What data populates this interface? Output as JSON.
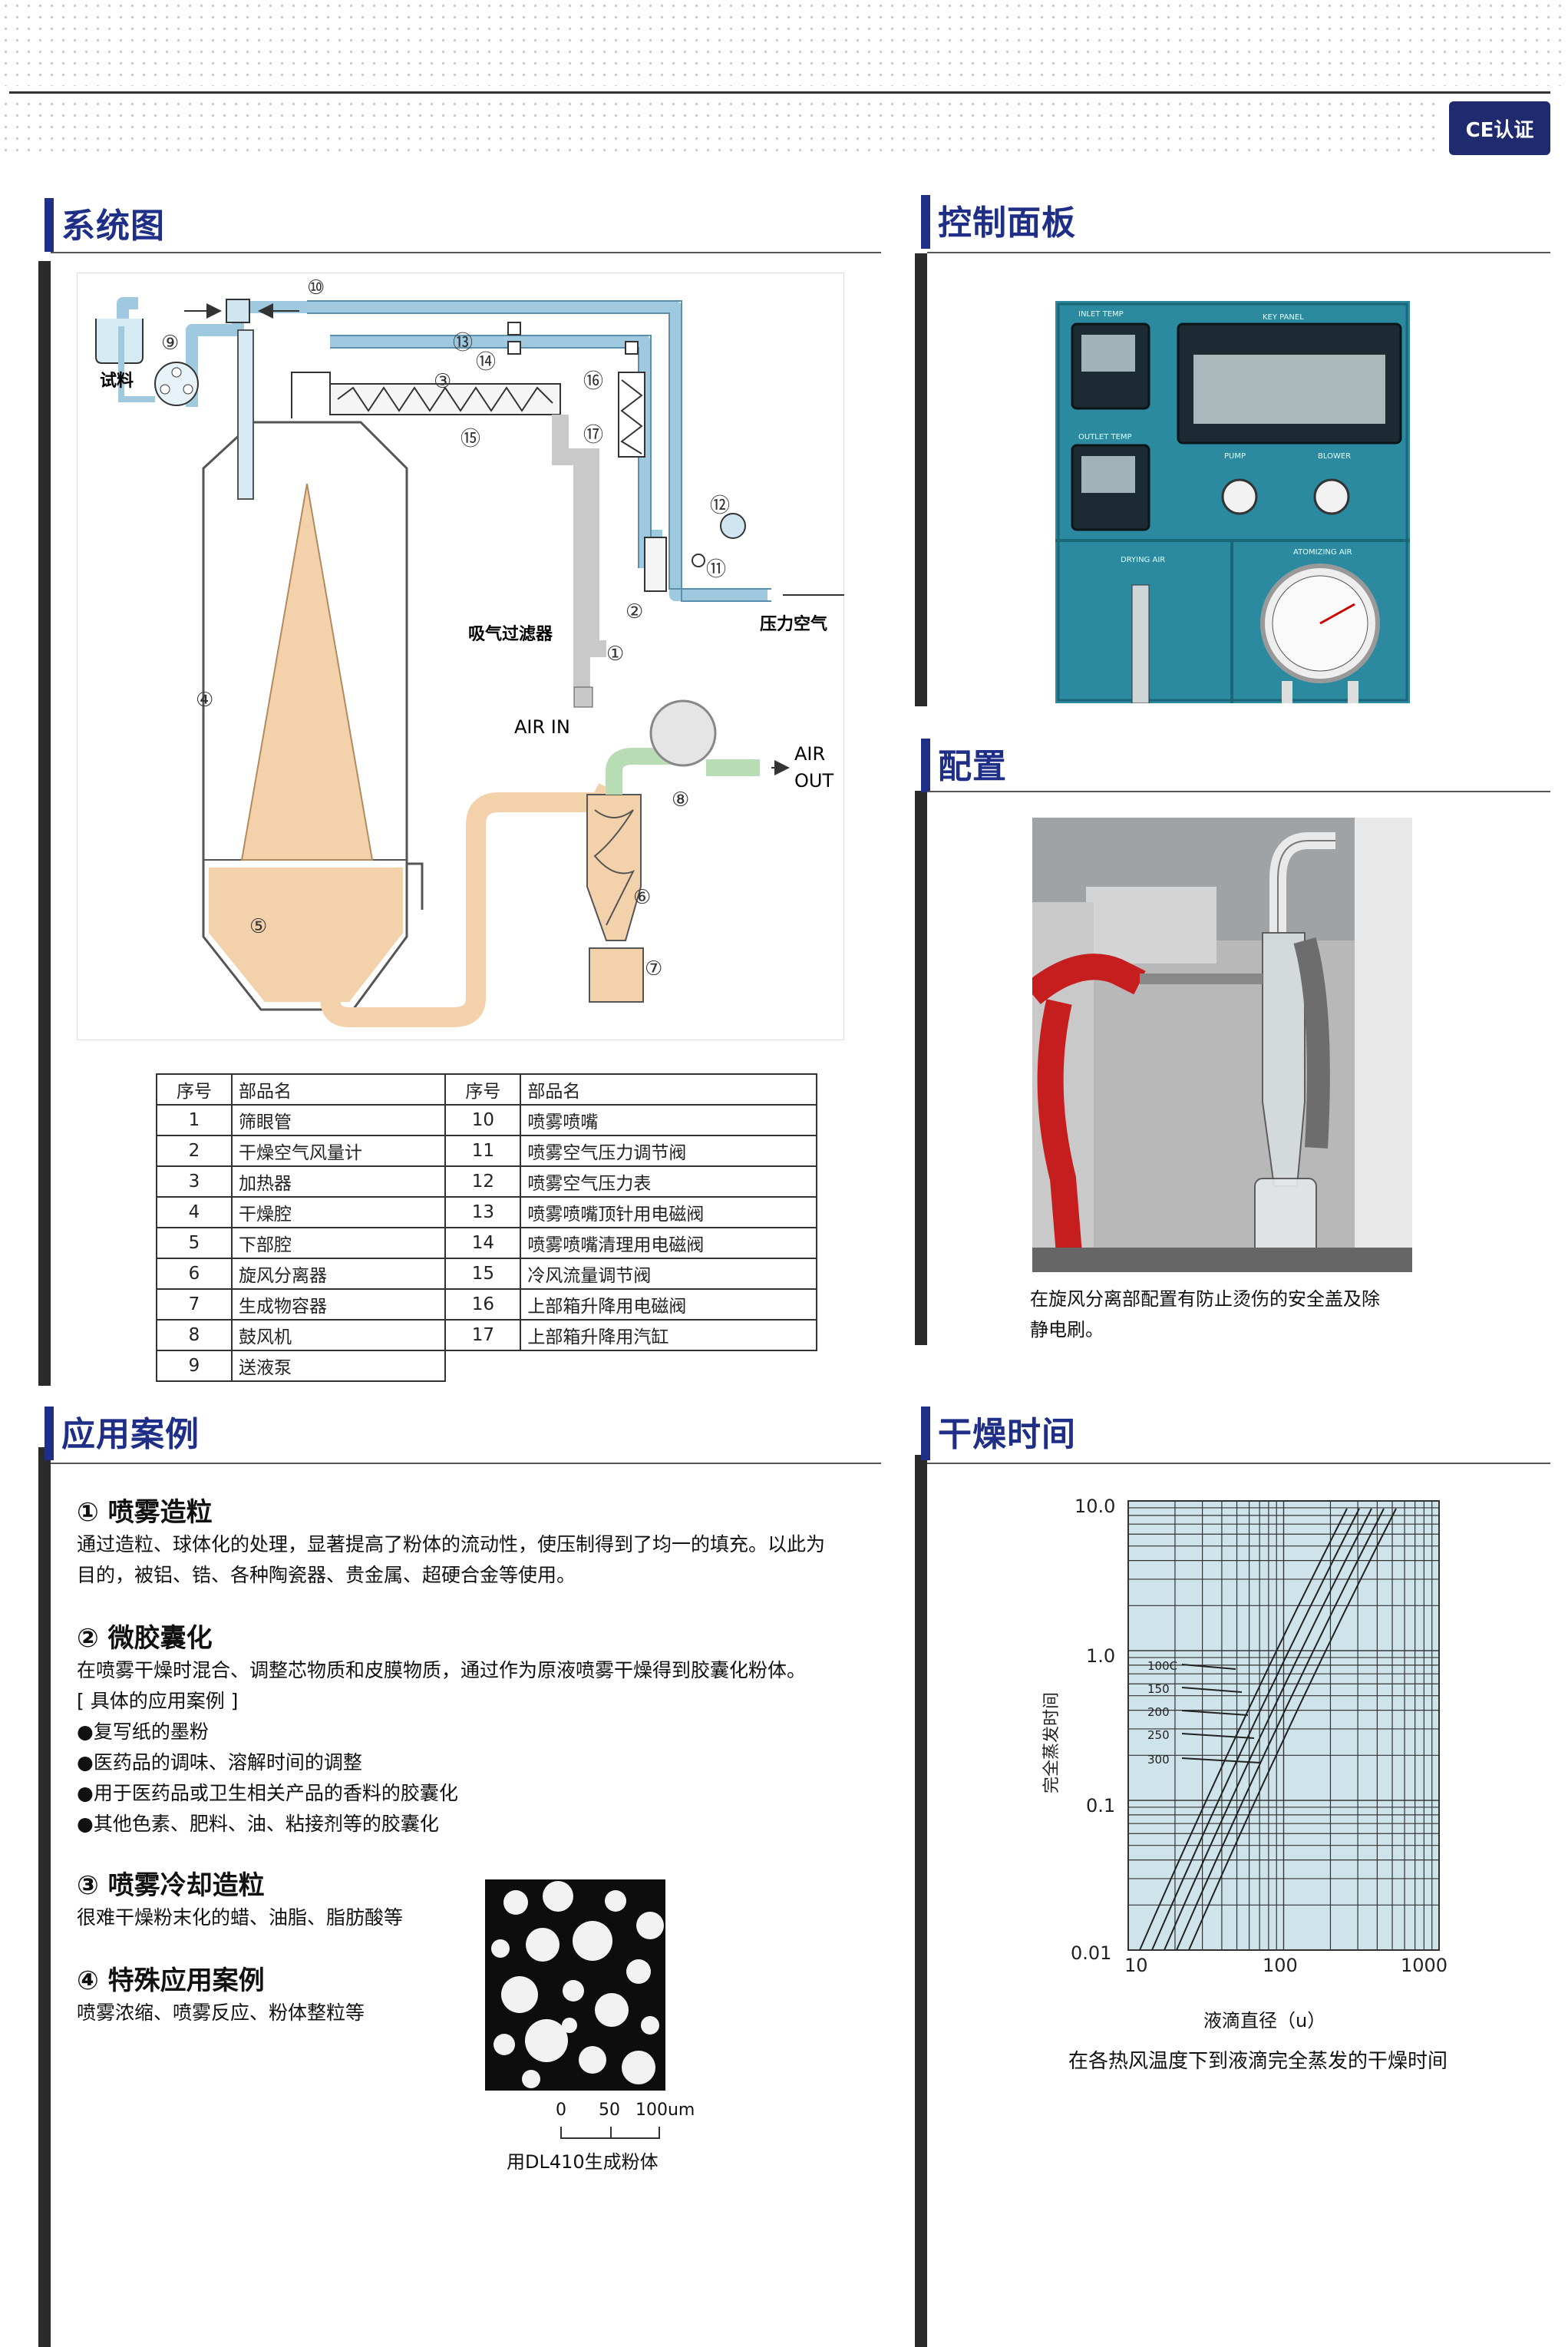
{
  "badge": "CE认证",
  "sections": {
    "system": "系统图",
    "control": "控制面板",
    "config": "配置",
    "application": "应用案例",
    "drying": "干燥时间"
  },
  "diagram": {
    "labels": {
      "sample": "试料",
      "intake_filter": "吸气过滤器",
      "pressure_air": "压力空气",
      "air_in": "AIR IN",
      "air_out_1": "AIR",
      "air_out_2": "OUT"
    },
    "numbers": [
      "⑩",
      "⑨",
      "⑬",
      "⑭",
      "③",
      "⑯",
      "⑮",
      "⑰",
      "⑫",
      "⑪",
      "②",
      "①",
      "④",
      "⑧",
      "⑥",
      "⑤",
      "⑦"
    ]
  },
  "parts_table": {
    "headers": [
      "序号",
      "部品名",
      "序号",
      "部品名"
    ],
    "left": [
      [
        "1",
        "筛眼管"
      ],
      [
        "2",
        "干燥空气风量计"
      ],
      [
        "3",
        "加热器"
      ],
      [
        "4",
        "干燥腔"
      ],
      [
        "5",
        "下部腔"
      ],
      [
        "6",
        "旋风分离器"
      ],
      [
        "7",
        "生成物容器"
      ],
      [
        "8",
        "鼓风机"
      ],
      [
        "9",
        "送液泵"
      ]
    ],
    "right": [
      [
        "10",
        "喷雾喷嘴"
      ],
      [
        "11",
        "喷雾空气压力调节阀"
      ],
      [
        "12",
        "喷雾空气压力表"
      ],
      [
        "13",
        "喷雾喷嘴顶针用电磁阀"
      ],
      [
        "14",
        "喷雾喷嘴清理用电磁阀"
      ],
      [
        "15",
        "冷风流量调节阀"
      ],
      [
        "16",
        "上部箱升降用电磁阀"
      ],
      [
        "17",
        "上部箱升降用汽缸"
      ]
    ]
  },
  "control_panel": {
    "inlet_temp": "INLET TEMP",
    "key_panel": "KEY PANEL",
    "outlet_temp": "OUTLET TEMP",
    "pump": "PUMP",
    "blower": "BLOWER",
    "drying_air": "DRYING AIR",
    "atomizing_air": "ATOMIZING AIR"
  },
  "config": {
    "caption_1": "在旋风分离部配置有防止烫伤的安全盖及除",
    "caption_2": "静电刷。"
  },
  "applications": [
    {
      "title": "① 喷雾造粒",
      "lines": [
        "通过造粒、球体化的处理，显著提高了粉体的流动性，使压制得到了均一的填充。以此为",
        "目的，被铝、锆、各种陶瓷器、贵金属、超硬合金等使用。"
      ]
    },
    {
      "title": "② 微胶囊化",
      "lines": [
        "在喷雾干燥时混合、调整芯物质和皮膜物质，通过作为原液喷雾干燥得到胶囊化粉体。",
        "[ 具体的应用案例 ]",
        "●复写纸的墨粉",
        "●医药品的调味、溶解时间的调整",
        "●用于医药品或卫生相关产品的香料的胶囊化",
        "●其他色素、肥料、油、粘接剂等的胶囊化"
      ]
    },
    {
      "title": "③ 喷雾冷却造粒",
      "lines": [
        "很难干燥粉末化的蜡、油脂、脂肪酸等"
      ]
    },
    {
      "title": "④ 特殊应用案例",
      "lines": [
        "喷雾浓缩、喷雾反应、粉体整粒等"
      ]
    }
  ],
  "powder": {
    "scale": [
      "0",
      "50",
      "100um"
    ],
    "caption": "用DL410生成粉体"
  },
  "drying_chart": {
    "y_ticks": [
      "10.0",
      "1.0",
      "0.1",
      "0.01"
    ],
    "x_ticks": [
      "10",
      "100",
      "1000"
    ],
    "temps": [
      "100C",
      "150",
      "200",
      "250",
      "300"
    ],
    "ylabel": "完全蒸发时间",
    "xlabel": "液滴直径（u）",
    "caption": "在各热风温度下到液滴完全蒸发的干燥时间"
  }
}
